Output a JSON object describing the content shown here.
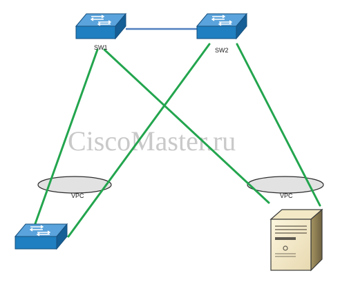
{
  "watermark": "CiscoMaster.ru",
  "devices": {
    "sw1": {
      "label": "SW1",
      "icon": "switch-icon"
    },
    "sw2": {
      "label": "SW2",
      "icon": "switch-icon"
    },
    "access_switch": {
      "icon": "switch-icon"
    },
    "server": {
      "icon": "server-icon"
    }
  },
  "vpc_groups": [
    {
      "label": "VPC"
    },
    {
      "label": "VPC"
    }
  ],
  "colors": {
    "switch_body": "#1f7fc0",
    "switch_top": "#5aa3dc",
    "link": "#23a54e",
    "peer_link": "#4f7fbf",
    "vpc_ellipse": "#e2e2e2"
  }
}
